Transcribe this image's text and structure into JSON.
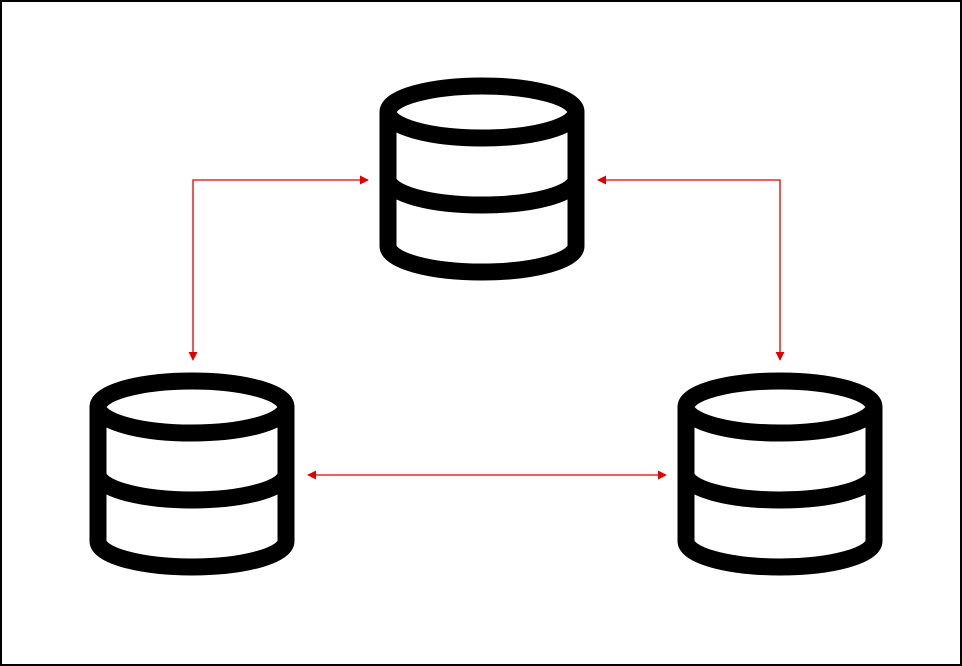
{
  "diagram": {
    "nodes": [
      {
        "id": "db-top",
        "icon": "database-icon"
      },
      {
        "id": "db-left",
        "icon": "database-icon"
      },
      {
        "id": "db-right",
        "icon": "database-icon"
      }
    ],
    "connections": [
      {
        "from": "db-top",
        "to": "db-left",
        "bidirectional": true
      },
      {
        "from": "db-top",
        "to": "db-right",
        "bidirectional": true
      },
      {
        "from": "db-left",
        "to": "db-right",
        "bidirectional": true
      }
    ],
    "colors": {
      "border": "#000000",
      "icon_stroke": "#000000",
      "icon_fill": "#ffffff",
      "connector": "#e00000"
    }
  }
}
